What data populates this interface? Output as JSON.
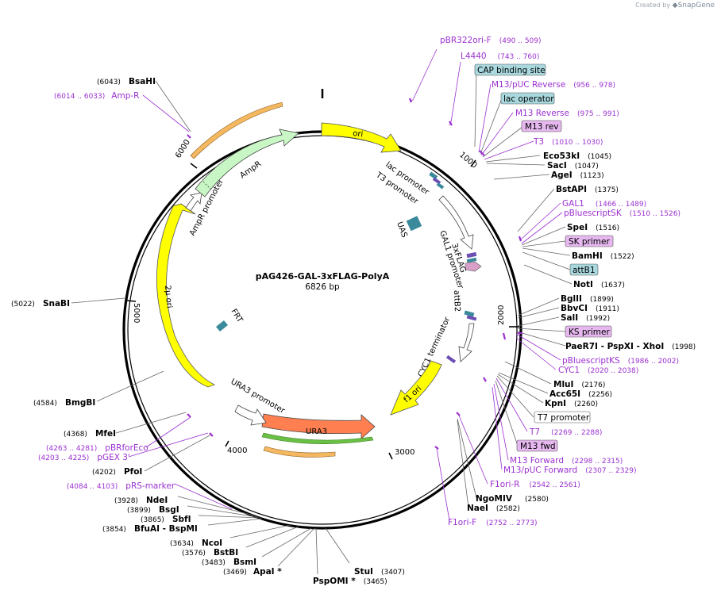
{
  "credit": {
    "prefix": "Created by",
    "brand": "SnapGene"
  },
  "title": "pAG426-GAL-3xFLAG-PolyA",
  "size_label": "6826 bp",
  "ticks": [
    "1000",
    "2000",
    "3000",
    "4000",
    "5000",
    "6000"
  ],
  "features": [
    {
      "label": "ori"
    },
    {
      "label": "lac promoter"
    },
    {
      "label": "T3 promoter"
    },
    {
      "label": "UAS"
    },
    {
      "label": "GAL1 promoter"
    },
    {
      "label": "3xFLAG"
    },
    {
      "label": "attB2"
    },
    {
      "label": "CYC1 terminator"
    },
    {
      "label": "f1 ori"
    },
    {
      "label": "URA3"
    },
    {
      "label": "URA3 promoter"
    },
    {
      "label": "FRT"
    },
    {
      "label": "2μ ori"
    },
    {
      "label": "AmpR promoter"
    },
    {
      "label": "AmpR"
    }
  ],
  "labels": [
    {
      "name": "pBR322ori-F",
      "pos": "(490 .. 509)",
      "kind": "primer"
    },
    {
      "name": "L4440",
      "pos": "(743 .. 760)",
      "kind": "primer"
    },
    {
      "name": "CAP binding site",
      "pos": "",
      "kind": "box-teal"
    },
    {
      "name": "M13/pUC Reverse",
      "pos": "(956 .. 978)",
      "kind": "primer"
    },
    {
      "name": "lac operator",
      "pos": "",
      "kind": "box-teal"
    },
    {
      "name": "M13 Reverse",
      "pos": "(975 .. 991)",
      "kind": "primer"
    },
    {
      "name": "M13 rev",
      "pos": "",
      "kind": "box-violet"
    },
    {
      "name": "T3",
      "pos": "(1010 .. 1030)",
      "kind": "primer"
    },
    {
      "name": "Eco53kI",
      "pos": "(1045)",
      "kind": "enzyme"
    },
    {
      "name": "SacI",
      "pos": "(1047)",
      "kind": "enzyme"
    },
    {
      "name": "AgeI",
      "pos": "(1123)",
      "kind": "enzyme"
    },
    {
      "name": "BstAPI",
      "pos": "(1375)",
      "kind": "enzyme"
    },
    {
      "name": "GAL1",
      "pos": "(1466 .. 1489)",
      "kind": "primer"
    },
    {
      "name": "pBluescriptSK",
      "pos": "(1510 .. 1526)",
      "kind": "primer"
    },
    {
      "name": "SpeI",
      "pos": "(1516)",
      "kind": "enzyme"
    },
    {
      "name": "SK primer",
      "pos": "",
      "kind": "box-violet"
    },
    {
      "name": "BamHI",
      "pos": "(1522)",
      "kind": "enzyme"
    },
    {
      "name": "attB1",
      "pos": "",
      "kind": "box-teal"
    },
    {
      "name": "NotI",
      "pos": "(1637)",
      "kind": "enzyme"
    },
    {
      "name": "BglII",
      "pos": "(1899)",
      "kind": "enzyme"
    },
    {
      "name": "BbvCI",
      "pos": "(1911)",
      "kind": "enzyme"
    },
    {
      "name": "SalI",
      "pos": "(1992)",
      "kind": "enzyme"
    },
    {
      "name": "KS primer",
      "pos": "",
      "kind": "box-violet"
    },
    {
      "name": "PaeR7I - PspXI - XhoI",
      "pos": "(1998)",
      "kind": "enzyme"
    },
    {
      "name": "pBluescriptKS",
      "pos": "(1986 .. 2002)",
      "kind": "primer"
    },
    {
      "name": "CYC1",
      "pos": "(2020 .. 2038)",
      "kind": "primer"
    },
    {
      "name": "MluI",
      "pos": "(2176)",
      "kind": "enzyme"
    },
    {
      "name": "Acc65I",
      "pos": "(2256)",
      "kind": "enzyme"
    },
    {
      "name": "KpnI",
      "pos": "(2260)",
      "kind": "enzyme"
    },
    {
      "name": "T7 promoter",
      "pos": "",
      "kind": "box-white"
    },
    {
      "name": "T7",
      "pos": "(2269 .. 2288)",
      "kind": "primer"
    },
    {
      "name": "M13 fwd",
      "pos": "",
      "kind": "box-violet"
    },
    {
      "name": "M13 Forward",
      "pos": "(2298 .. 2315)",
      "kind": "primer"
    },
    {
      "name": "M13/pUC Forward",
      "pos": "(2307 .. 2329)",
      "kind": "primer"
    },
    {
      "name": "F1ori-R",
      "pos": "(2542 .. 2561)",
      "kind": "primer"
    },
    {
      "name": "NgoMIV",
      "pos": "(2580)",
      "kind": "enzyme"
    },
    {
      "name": "NaeI",
      "pos": "(2582)",
      "kind": "enzyme"
    },
    {
      "name": "F1ori-F",
      "pos": "(2752 .. 2773)",
      "kind": "primer"
    },
    {
      "name": "StuI",
      "pos": "(3407)",
      "kind": "enzyme"
    },
    {
      "name": "PspOMI *",
      "pos": "(3465)",
      "kind": "enzyme"
    },
    {
      "name": "ApaI *",
      "pos": "(3469)",
      "kind": "enzyme"
    },
    {
      "name": "BsmI",
      "pos": "(3483)",
      "kind": "enzyme"
    },
    {
      "name": "BstBI",
      "pos": "(3576)",
      "kind": "enzyme"
    },
    {
      "name": "NcoI",
      "pos": "(3634)",
      "kind": "enzyme"
    },
    {
      "name": "BfuAI - BspMI",
      "pos": "(3854)",
      "kind": "enzyme"
    },
    {
      "name": "SbfI",
      "pos": "(3865)",
      "kind": "enzyme"
    },
    {
      "name": "BsgI",
      "pos": "(3899)",
      "kind": "enzyme"
    },
    {
      "name": "NdeI",
      "pos": "(3928)",
      "kind": "enzyme"
    },
    {
      "name": "pRS-marker",
      "pos": "(4084 .. 4103)",
      "kind": "primer"
    },
    {
      "name": "PfoI",
      "pos": "(4202)",
      "kind": "enzyme"
    },
    {
      "name": "pGEX 3'",
      "pos": "(4203 .. 4225)",
      "kind": "primer"
    },
    {
      "name": "pBRforEco",
      "pos": "(4263 .. 4281)",
      "kind": "primer"
    },
    {
      "name": "MfeI",
      "pos": "(4368)",
      "kind": "enzyme"
    },
    {
      "name": "BmgBI",
      "pos": "(4584)",
      "kind": "enzyme"
    },
    {
      "name": "SnaBI",
      "pos": "(5022)",
      "kind": "enzyme"
    },
    {
      "name": "Amp-R",
      "pos": "(6014 .. 6033)",
      "kind": "primer"
    },
    {
      "name": "BsaHI",
      "pos": "(6043)",
      "kind": "enzyme"
    }
  ],
  "colors": {
    "primer": "#9b30d0",
    "box_teal": "#a9d9df",
    "box_violet": "#e6b8ef",
    "ori": "#ffff00",
    "ampr": "#c8f7c5",
    "ura3": "#ff7f50",
    "feature_teal": "#3a8a9b"
  }
}
